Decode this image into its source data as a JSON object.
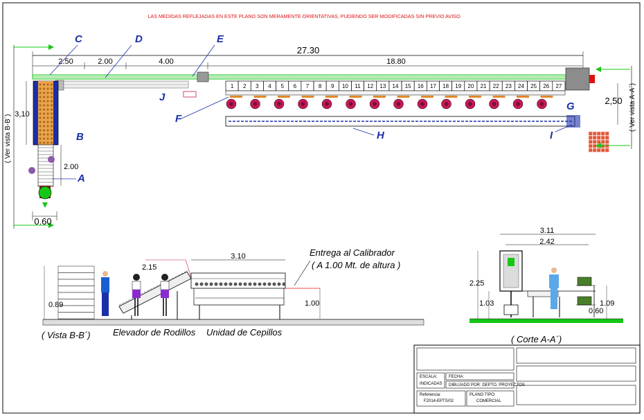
{
  "notice": "LAS MEDIDAS REFLEJADAS EN ESTE PLANO SON MERAMENTE ORIENTATIVAS, PUDIENDO SER MODIFICADAS SIN PREVIO AVISO.",
  "letters": {
    "a": "A",
    "b": "B",
    "c": "C",
    "d": "D",
    "e": "E",
    "f": "F",
    "g": "G",
    "h": "H",
    "i": "I",
    "j": "J"
  },
  "dims": {
    "total": "27.30",
    "d250": "2.50",
    "d200": "2.00",
    "d400": "4.00",
    "d1880": "18.80",
    "d310_left": "3,10",
    "d200_v": "2.00",
    "d060": "0.60",
    "d250_right": "2,50",
    "d215": "2.15",
    "d310_brush": "3.10",
    "d089": "0.89",
    "d100": "1.00",
    "d311": "3.11",
    "d242": "2.42",
    "d225": "2.25",
    "d103": "1.03",
    "d109": "1.09",
    "d060b": "0.60"
  },
  "stations": [
    "1",
    "2",
    "3",
    "4",
    "5",
    "6",
    "7",
    "8",
    "9",
    "10",
    "11",
    "12",
    "13",
    "14",
    "15",
    "16",
    "17",
    "18",
    "19",
    "20",
    "21",
    "22",
    "23",
    "24",
    "25",
    "26",
    "27"
  ],
  "views": {
    "ver_bb": "( Ver vista B-B´)",
    "ver_aa": "( Ver vista A-A´)",
    "vista_bb": "( Vista B-B´)",
    "elevador": "Elevador de Rodillos",
    "cepillos": "Unidad de Cepillos",
    "entrega1": "Entrega al Calibrador",
    "entrega2": "( A 1.00 Mt. de altura )",
    "corte": "( Corte A-A´)"
  },
  "titleblock": {
    "escala_label": "ESCALA:",
    "escala_value": "INDICADAS",
    "fecha_label": "FECHA:",
    "dibujado": "DIBUJADO POR: DEPTO. PROYECTOS",
    "referencia_label": "Referencia:",
    "referencia_value": "F2014-EPTS/02",
    "plano_label": "PLANO TIPO:",
    "plano_value": "COMERCIAL"
  },
  "colors": {
    "green": "#16c716",
    "blue": "#1a2fa8",
    "red": "#d11",
    "magenta": "#c8185a",
    "orange": "#e08a2c"
  }
}
